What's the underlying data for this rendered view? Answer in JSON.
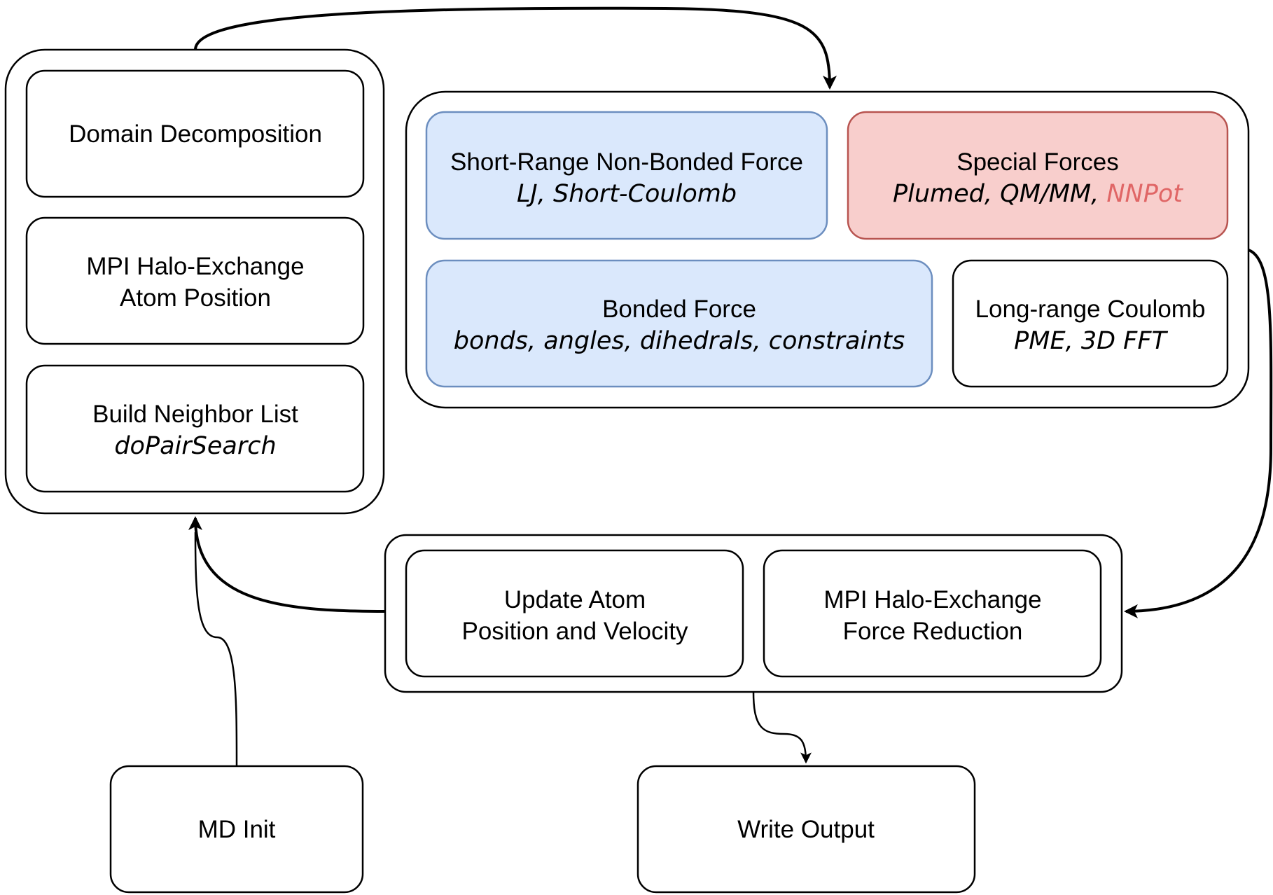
{
  "colors": {
    "blue_fill": "#dae8fc",
    "blue_stroke": "#6c8ebf",
    "red_fill": "#f8cecc",
    "red_stroke": "#b85450",
    "highlight_text": "#e06666",
    "default_stroke": "#000000"
  },
  "nodes": {
    "domain_decomposition": {
      "label": "Domain Decomposition"
    },
    "mpi_halo_position": {
      "line1": "MPI Halo-Exchange",
      "line2": "Atom Position"
    },
    "neighbor_list": {
      "line1": "Build Neighbor List",
      "sub": "doPairSearch"
    },
    "short_range": {
      "line1": "Short-Range Non-Bonded Force",
      "sub": "LJ, Short-Coulomb"
    },
    "special_forces": {
      "line1": "Special Forces",
      "sub_plain": "Plumed, QM/MM, ",
      "sub_highlight": "NNPot"
    },
    "bonded": {
      "line1": "Bonded Force",
      "sub": "bonds, angles, dihedrals, constraints"
    },
    "long_range": {
      "line1": "Long-range Coulomb",
      "sub": "PME, 3D FFT"
    },
    "update_atom": {
      "line1": "Update Atom",
      "line2": "Position and Velocity"
    },
    "mpi_halo_force": {
      "line1": "MPI Halo-Exchange",
      "line2": "Force Reduction"
    },
    "md_init": {
      "label": "MD Init"
    },
    "write_output": {
      "label": "Write Output"
    }
  }
}
